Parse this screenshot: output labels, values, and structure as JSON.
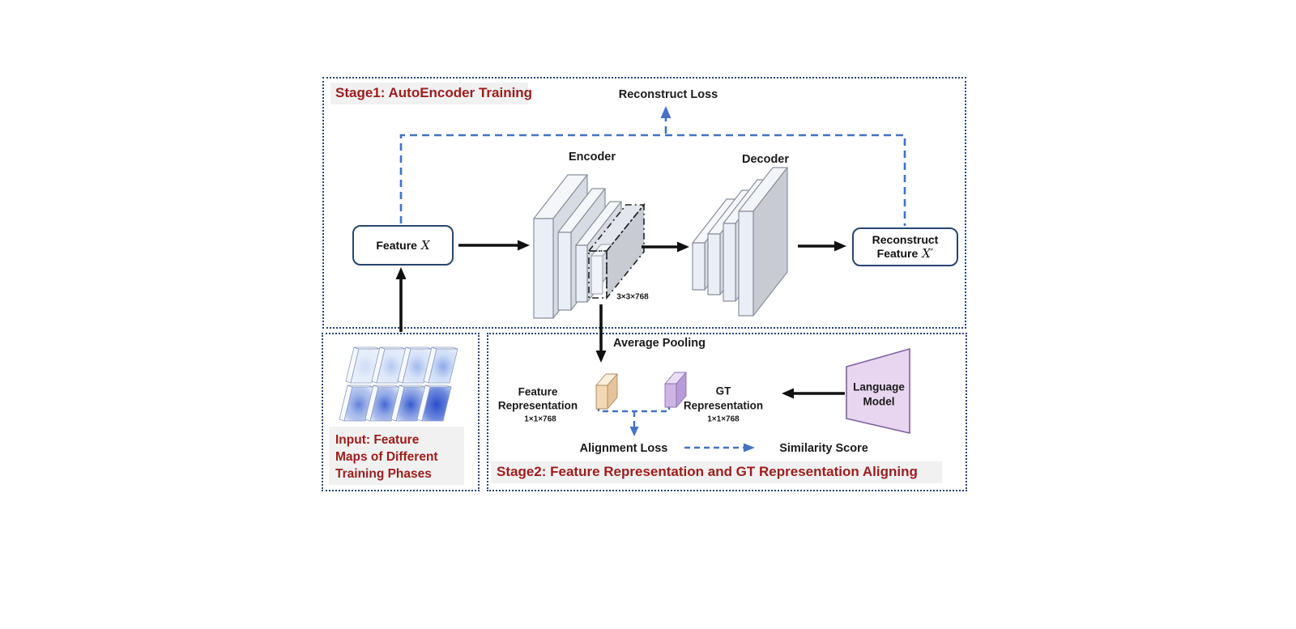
{
  "stage1": {
    "title": "Stage1: AutoEncoder Training",
    "reconstruct_loss": "Reconstruct Loss",
    "encoder": "Encoder",
    "decoder": "Decoder",
    "feature_box": {
      "label": "Feature",
      "symbol": "X"
    },
    "reconstruct_box": {
      "line1": "Reconstruct",
      "line2_label": "Feature",
      "symbol": "X′"
    },
    "latent_dims": "3×3×768"
  },
  "input_panel": {
    "lines": [
      "Input: Feature",
      "Maps of Different",
      "Training Phases"
    ]
  },
  "stage2": {
    "title": "Stage2: Feature Representation and GT Representation Aligning",
    "average_pooling": "Average Pooling",
    "feature_representation": {
      "line1": "Feature",
      "line2": "Representation",
      "dims": "1×1×768"
    },
    "gt_representation": {
      "line1": "GT",
      "line2": "Representation",
      "dims": "1×1×768"
    },
    "language_model": {
      "line1": "Language",
      "line2": "Model"
    },
    "alignment_loss": "Alignment Loss",
    "similarity_score": "Similarity Score"
  },
  "colors": {
    "dark_red": "#9e1c1c",
    "border_navy": "#24427c",
    "dashed_blue": "#4472c4",
    "label_bg": "#f1f1f1",
    "language_model_fill": "#e8d6f0",
    "feature_rep_fill": "#f2d8b4",
    "gt_rep_fill": "#cdb6e6",
    "slab_front": "#eaeef6",
    "slab_gray": "#c8cbd2"
  }
}
